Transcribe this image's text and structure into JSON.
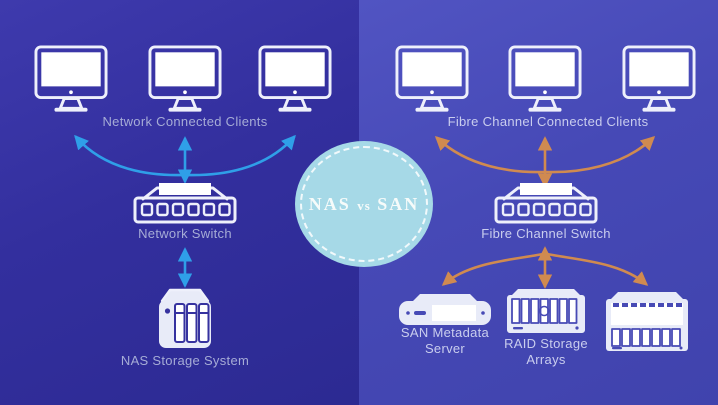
{
  "title": "NAS vs SAN network architecture diagram",
  "badge": {
    "left": "NAS",
    "vs": "vs",
    "right": "SAN"
  },
  "left_panel": {
    "clients_label": "Network Connected Clients",
    "switch_label": "Network Switch",
    "storage_label": "NAS Storage System",
    "client_count": 3
  },
  "right_panel": {
    "clients_label": "Fibre Channel Connected Clients",
    "switch_label": "Fibre Channel Switch",
    "server_label1": "SAN Metadata",
    "server_label2": "Server",
    "raid_label1": "RAID Storage",
    "raid_label2": "Arrays",
    "client_count": 3
  },
  "icons": {
    "client": "desktop-monitor-icon",
    "switch": "network-switch-icon",
    "nas": "nas-storage-icon",
    "server": "rack-server-icon",
    "raid": "raid-array-icon",
    "big_array": "storage-array-icon"
  },
  "colors": {
    "left_bg_top": "#3e3aad",
    "left_bg_bottom": "#2c2a92",
    "right_bg_top": "#5154c2",
    "right_bg_bottom": "#4043ad",
    "blue_arrow": "#2f9fe8",
    "orange_arrow": "#d08a50",
    "icon_stroke": "#eef0fb",
    "icon_fill": "#e8ebf8",
    "left_accent": "#36329f",
    "right_accent": "#474ab5",
    "left_label": "#a6acd6",
    "right_label": "#c9cdee",
    "badge_bg": "#a6d9e7",
    "badge_ring": "#ffffff",
    "badge_text": "#f6fbfa"
  }
}
